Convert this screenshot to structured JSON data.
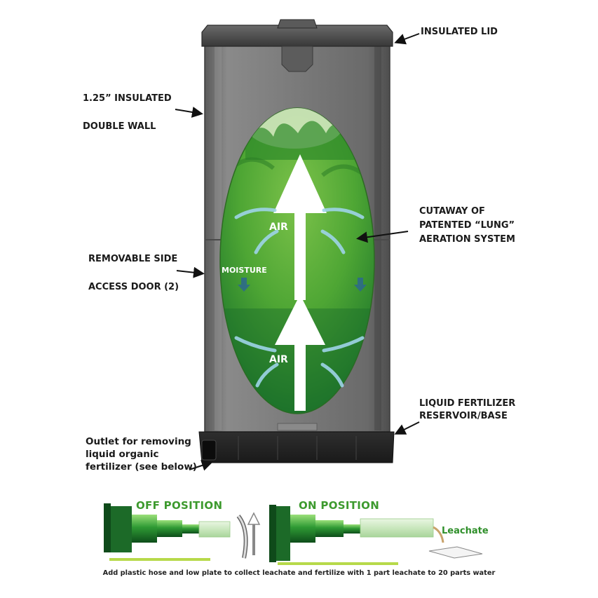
{
  "labels": {
    "insulated_lid": "INSULATED LID",
    "double_wall_line1": "1.25” INSULATED",
    "double_wall_line2": "DOUBLE WALL",
    "cutaway_line1": "CUTAWAY OF",
    "cutaway_line2": "PATENTED “LUNG”",
    "cutaway_line3": "AERATION SYSTEM",
    "side_door_line1": "REMOVABLE SIDE",
    "side_door_line2": "ACCESS DOOR (2)",
    "reservoir_line1": "LIQUID FERTILIZER",
    "reservoir_line2": "RESERVOIR/BASE",
    "outlet_line1": "Outlet for removing",
    "outlet_line2": "liquid organic",
    "outlet_line3": "fertilizer (see below)"
  },
  "cutaway_marks": {
    "air_top": "AIR",
    "moisture": "MOISTURE",
    "air_bottom": "AIR"
  },
  "valve": {
    "off_title": "OFF POSITION",
    "on_title": "ON POSITION",
    "leachate": "Leachate",
    "caption": "Add plastic hose and low  plate to collect leachate and fertilize with 1 part leachate to 20 parts water"
  },
  "colors": {
    "bin_body": "#6e6e6e",
    "lid": "#4a4a4a",
    "cutaway_green": "#3f9a2c",
    "valve_green": "#1f7a2a",
    "title_green": "#3d9a2e"
  }
}
